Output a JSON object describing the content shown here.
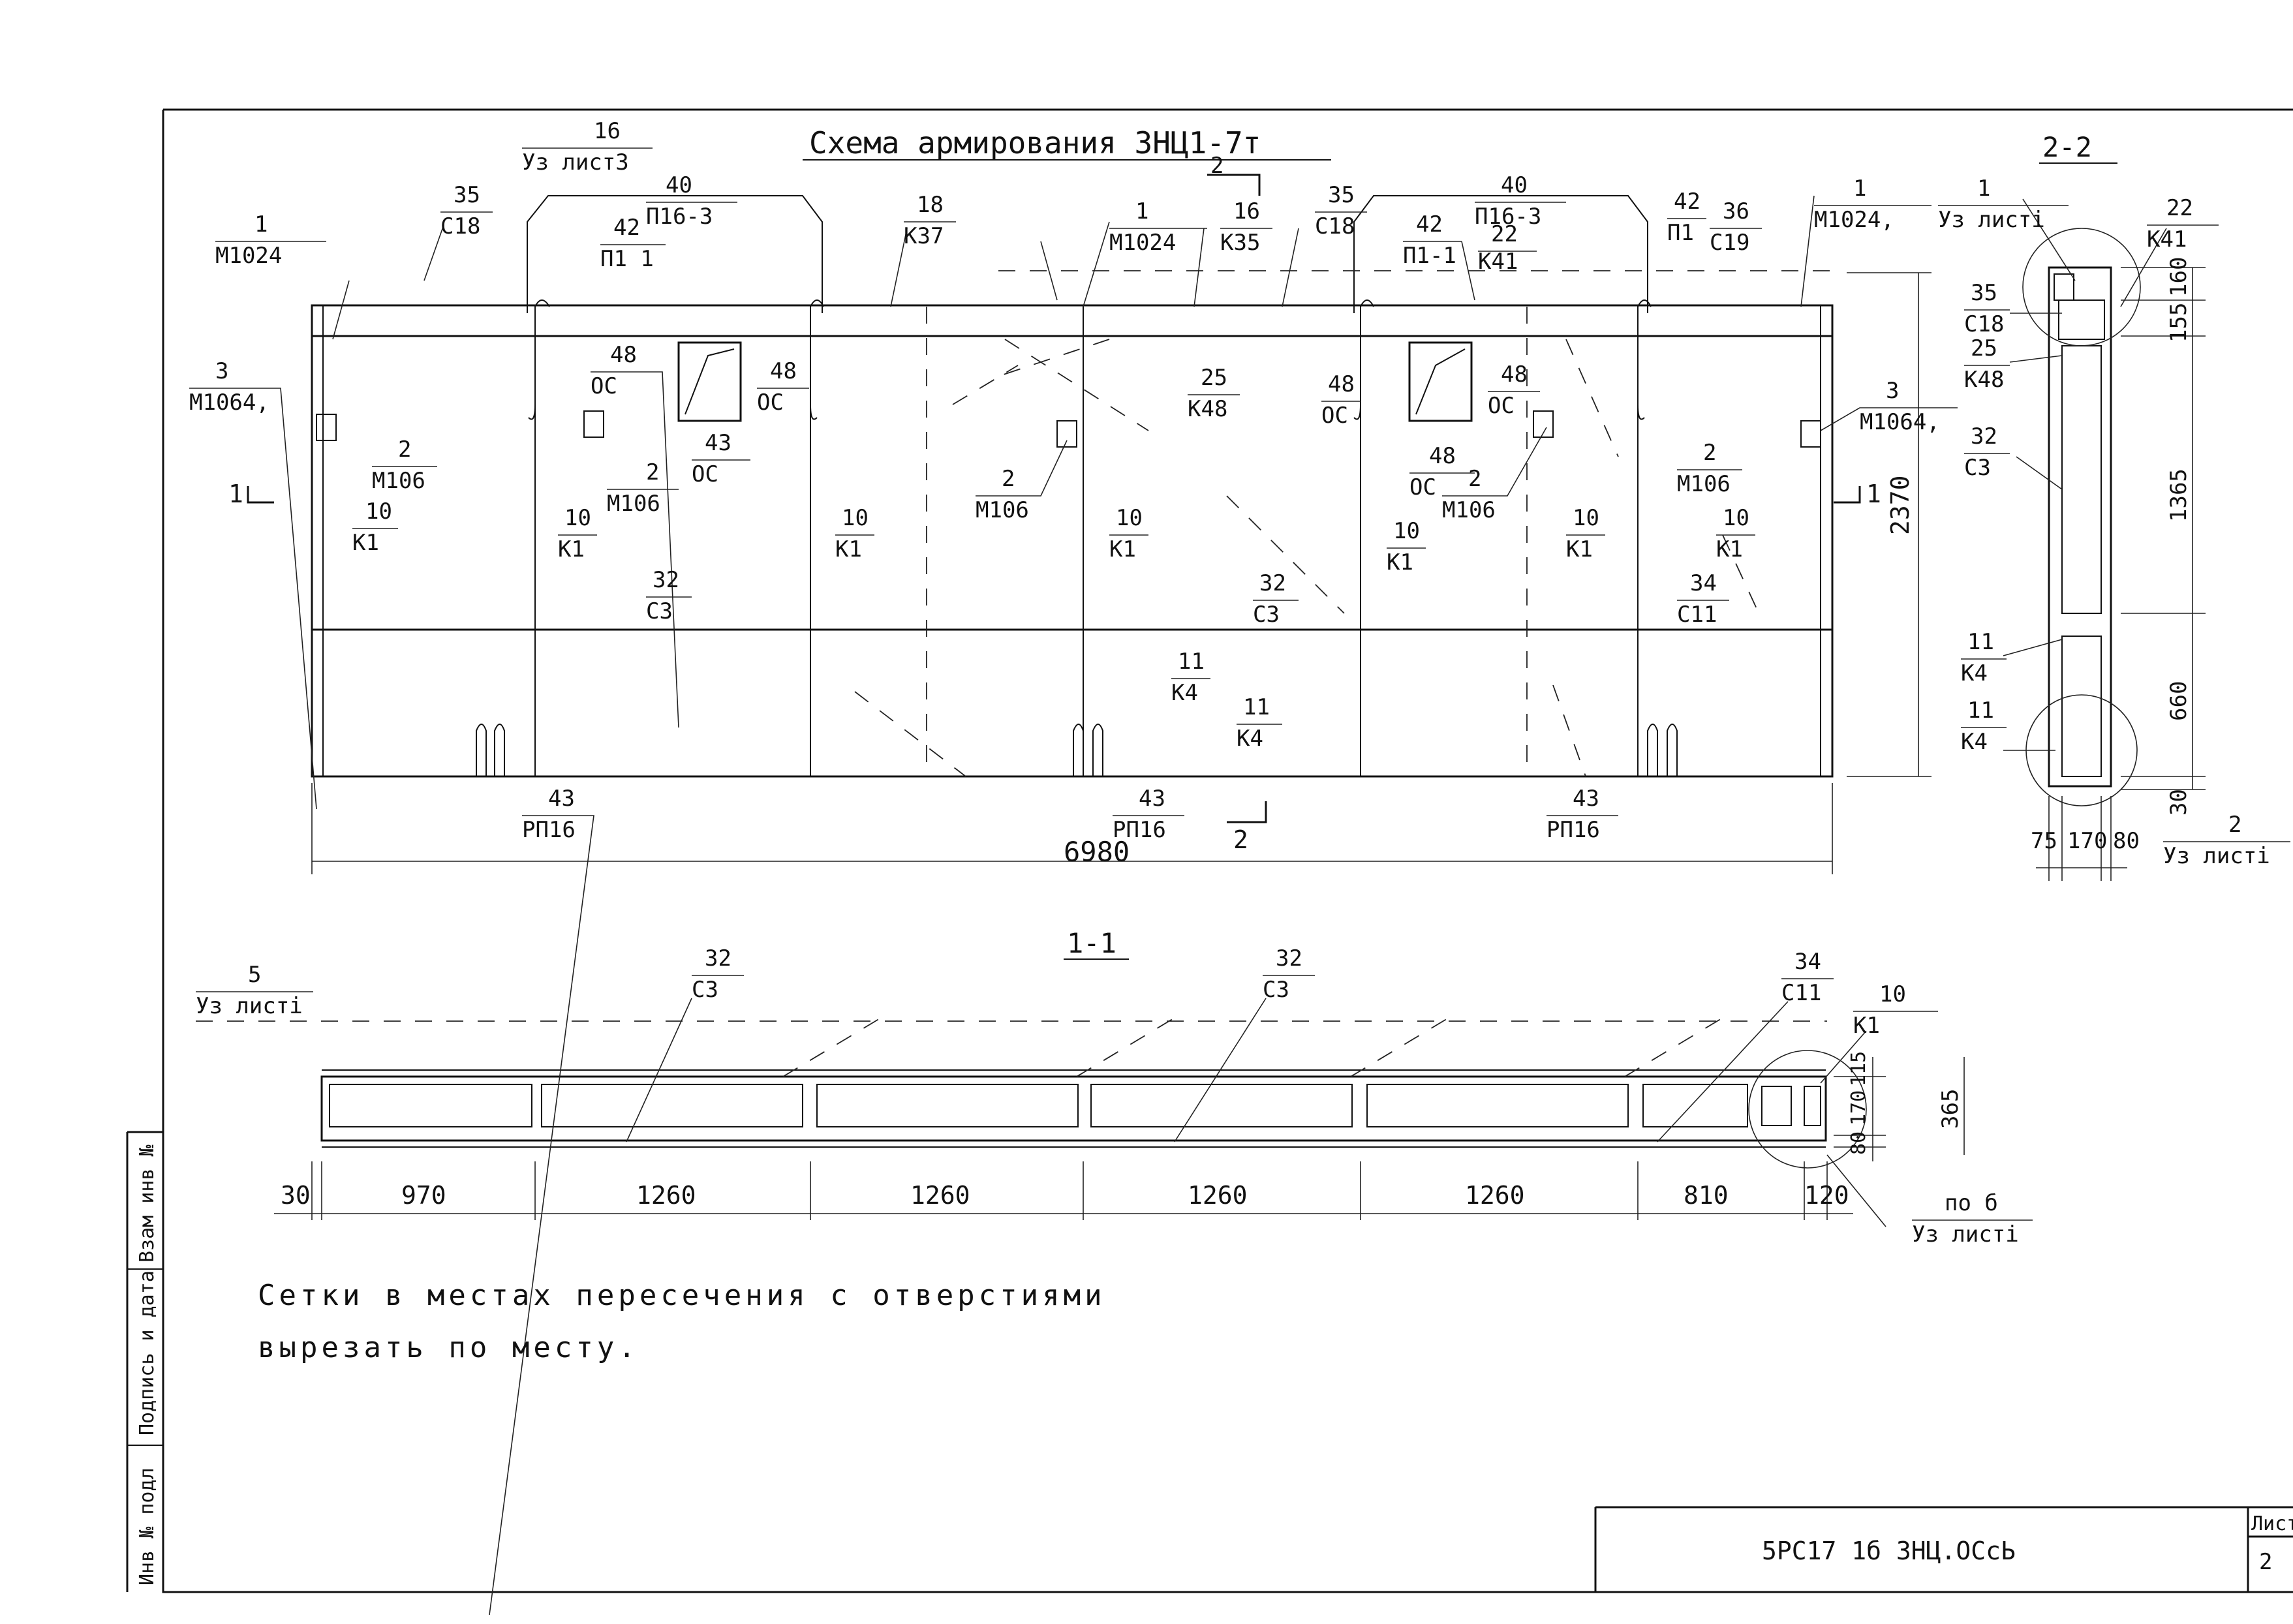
{
  "title": "Схема армирования 3НЦ1-7т",
  "section_labels": {
    "s22": "2-2",
    "s11": "1-1",
    "cut1": "1",
    "cut2": "2"
  },
  "callouts": {
    "c_16_uz": [
      "16",
      "Уз листЗ"
    ],
    "c_35_s18": [
      "35",
      "С18"
    ],
    "c_40_p16": [
      "40",
      "П16-3"
    ],
    "c_42_p11": [
      "42",
      "П1 1"
    ],
    "c_18_k37": [
      "18",
      "К37"
    ],
    "c_1_m1024_l": [
      "1",
      "М1024"
    ],
    "c_1_m1024_m": [
      "1",
      "М1024"
    ],
    "c_16_k35": [
      "16",
      "К35"
    ],
    "c_35_s18_r": [
      "35",
      "С18"
    ],
    "c_42_p11_r": [
      "42",
      "П1-1"
    ],
    "c_40_p16_r": [
      "40",
      "П16-3"
    ],
    "c_22_k41": [
      "22",
      "К41"
    ],
    "c_42_p1": [
      "42",
      "П1"
    ],
    "c_36_s19": [
      "36",
      "С19"
    ],
    "c_1_m1024_r": [
      "1",
      "М1024,"
    ],
    "c_3_m1064_l": [
      "3",
      "М1064,"
    ],
    "c_3_m1064_r": [
      "3",
      "М1064,"
    ],
    "c_48_os_1": [
      "48",
      "ОС"
    ],
    "c_48_os_2": [
      "48",
      "ОС"
    ],
    "c_48_os_3": [
      "48",
      "ОС"
    ],
    "c_48_os_4": [
      "48",
      "ОС"
    ],
    "c_48_os_5": [
      "48",
      "ОС"
    ],
    "c_43_os": [
      "43",
      "ОС"
    ],
    "c_25_k48": [
      "25",
      "К48"
    ],
    "c_2_m106_a": [
      "2",
      "М106"
    ],
    "c_2_m106_b": [
      "2",
      "М106"
    ],
    "c_2_m106_c": [
      "2",
      "М106"
    ],
    "c_2_m106_d": [
      "2",
      "М106"
    ],
    "c_2_m106_e": [
      "2",
      "М106"
    ],
    "c_10_k1_a": [
      "10",
      "К1"
    ],
    "c_10_k1_b": [
      "10",
      "К1"
    ],
    "c_10_k1_c": [
      "10",
      "К1"
    ],
    "c_10_k1_d": [
      "10",
      "К1"
    ],
    "c_10_k1_e": [
      "10",
      "К1"
    ],
    "c_10_k1_f": [
      "10",
      "К1"
    ],
    "c_10_k1_g": [
      "10",
      "К1"
    ],
    "c_32_s3_a": [
      "32",
      "С3"
    ],
    "c_32_s3_b": [
      "32",
      "С3"
    ],
    "c_34_s11": [
      "34",
      "С11"
    ],
    "c_11_k4_a": [
      "11",
      "К4"
    ],
    "c_11_k4_b": [
      "11",
      "К4"
    ],
    "c_43_rp16_a": [
      "43",
      "РП16"
    ],
    "c_43_rp16_b": [
      "43",
      "РП16"
    ],
    "c_43_rp16_c": [
      "43",
      "РП16"
    ],
    "s_1_uz": [
      "1",
      "Уз листi"
    ],
    "s_22_k41": [
      "22",
      "К41"
    ],
    "s_35_s18": [
      "35",
      "С18"
    ],
    "s_25_k48": [
      "25",
      "К48"
    ],
    "s_32_s3": [
      "32",
      "С3"
    ],
    "s_11_k4_a": [
      "11",
      "К4"
    ],
    "s_11_k4_b": [
      "11",
      "К4"
    ],
    "s_2_uz": [
      "2",
      "Уз листi"
    ],
    "b_5_uz": [
      "5",
      "Уз листi"
    ],
    "b_32_s3_a": [
      "32",
      "С3"
    ],
    "b_32_s3_b": [
      "32",
      "С3"
    ],
    "b_34_s11": [
      "34",
      "С11"
    ],
    "b_10_k1": [
      "10",
      "К1"
    ],
    "b_pos": [
      "по б",
      "Уз листi"
    ]
  },
  "dimensions": {
    "total_length": "6980",
    "height": "2370",
    "side": [
      "160",
      "155",
      "1365",
      "660",
      "30"
    ],
    "side_bottom": [
      "75",
      "170",
      "80"
    ],
    "plan_bottom": [
      "30",
      "970",
      "1260",
      "1260",
      "1260",
      "1260",
      "810",
      "120"
    ],
    "plan_side": [
      "80",
      "170",
      "115",
      "365"
    ]
  },
  "note": [
    "Сетки в местах пересечения с отверстиями",
    "вырезать по месту."
  ],
  "title_block": {
    "code": "5РС17 1б 3НЦ.ОСсЬ",
    "sheet_label": "Лист",
    "sheet_number": "2"
  },
  "margin_stamp": [
    "Инв № подл",
    "Подпись и дата",
    "Взам инв №"
  ]
}
